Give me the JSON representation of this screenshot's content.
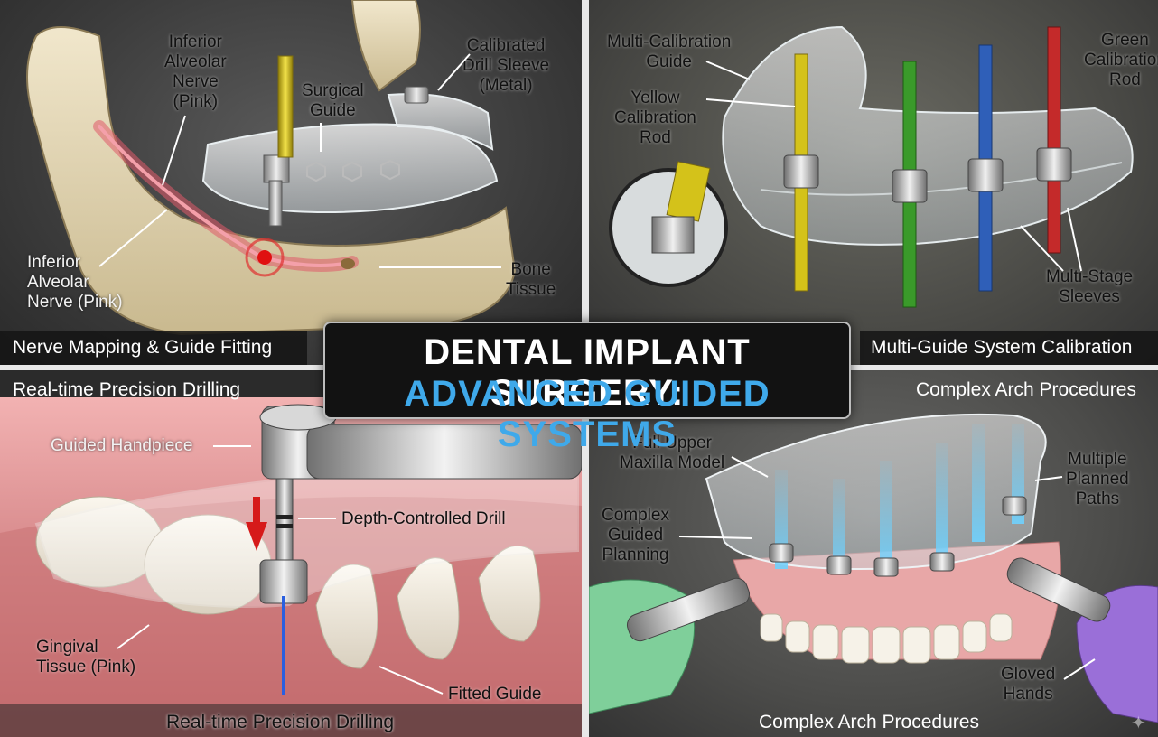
{
  "title": {
    "line1": "DENTAL IMPLANT SURGERY:",
    "line2": "ADVANCED GUIDED SYSTEMS"
  },
  "panels": {
    "top_left": {
      "caption": "Nerve Mapping & Guide Fitting",
      "labels": {
        "nerve_top": "Inferior\nAlveolar\nNerve\n(Pink)",
        "nerve_bottom": "Inferior\nAlveolar\nNerve (Pink)",
        "surgical_guide": "Surgical\nGuide",
        "sleeve": "Calibrated\nDrill Sleeve\n(Metal)",
        "bone": "Bone\nTissue"
      }
    },
    "top_right": {
      "caption": "Multi-Guide System Calibration",
      "labels": {
        "multi_guide": "Multi-Calibration\nGuide",
        "yellow_rod": "Yellow\nCalibration\nRod",
        "green_rod": "Green\nCalibration\nRod",
        "sleeves": "Multi-Stage\nSleeves"
      }
    },
    "bottom_left": {
      "caption_top": "Real-time Precision Drilling",
      "caption_bottom": "Real-time Precision Drilling",
      "labels": {
        "handpiece": "Guided Handpiece",
        "drill": "Depth-Controlled Drill",
        "gingival": "Gingival\nTissue (Pink)",
        "fitted_guide": "Fitted Guide"
      }
    },
    "bottom_right": {
      "caption_top": "Complex Arch Procedures",
      "caption_bottom": "Complex Arch Procedures",
      "labels": {
        "maxilla": "Full Upper\nMaxilla Model",
        "paths": "Multiple\nPlanned\nPaths",
        "planning": "Complex\nGuided\nPlanning",
        "hands": "Gloved\nHands"
      }
    }
  },
  "colors": {
    "title_accent": "#3fa9ea",
    "nerve": "#e05a6a",
    "rod_yellow": "#d4c21a",
    "rod_green": "#3a9a2a",
    "rod_blue": "#2f5fb8",
    "rod_red": "#c42a2a",
    "glove_green": "#7fcf9a",
    "glove_purple": "#9a6fd8",
    "gum": "#e89a9a",
    "laser": "#6fd2ff"
  },
  "icons": {
    "watermark": "sparkle-icon"
  }
}
